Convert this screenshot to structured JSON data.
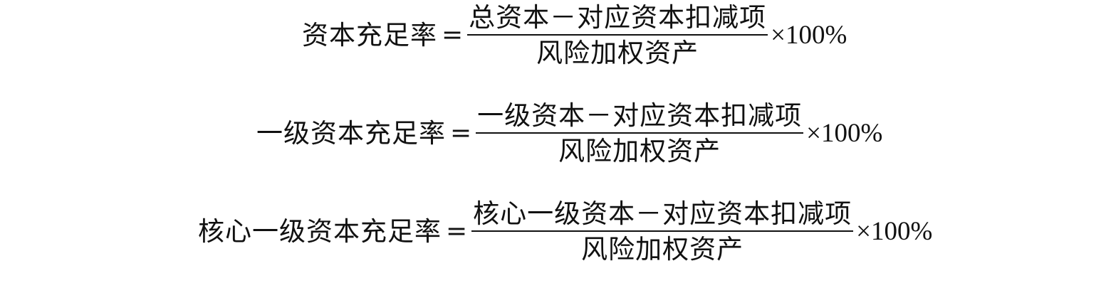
{
  "formulas": [
    {
      "lhs": "资本充足率",
      "equals": "=",
      "numerator": "总资本－对应资本扣减项",
      "denominator": "风险加权资产",
      "multiplier": "×100%"
    },
    {
      "lhs": "一级资本充足率",
      "equals": "=",
      "numerator": "一级资本－对应资本扣减项",
      "denominator": "风险加权资产",
      "multiplier": "×100%"
    },
    {
      "lhs": "核心一级资本充足率",
      "equals": "=",
      "numerator": "核心一级资本－对应资本扣减项",
      "denominator": "风险加权资产",
      "multiplier": "×100%"
    }
  ]
}
